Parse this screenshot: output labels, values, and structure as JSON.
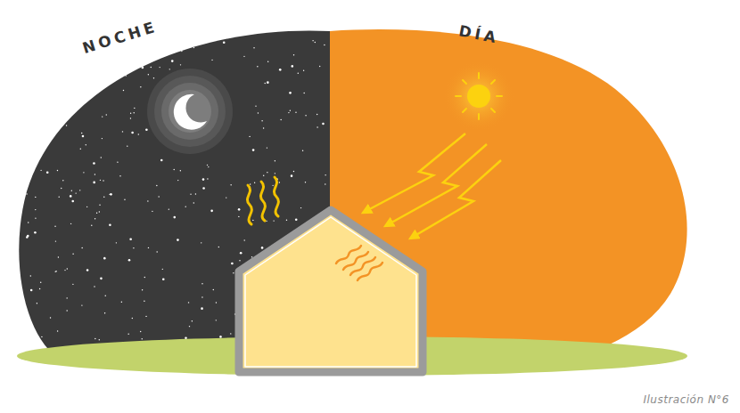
{
  "diagram": {
    "caption": "Ilustración N°6",
    "labels": [
      "NOCHE",
      "DÍA"
    ]
  }
}
